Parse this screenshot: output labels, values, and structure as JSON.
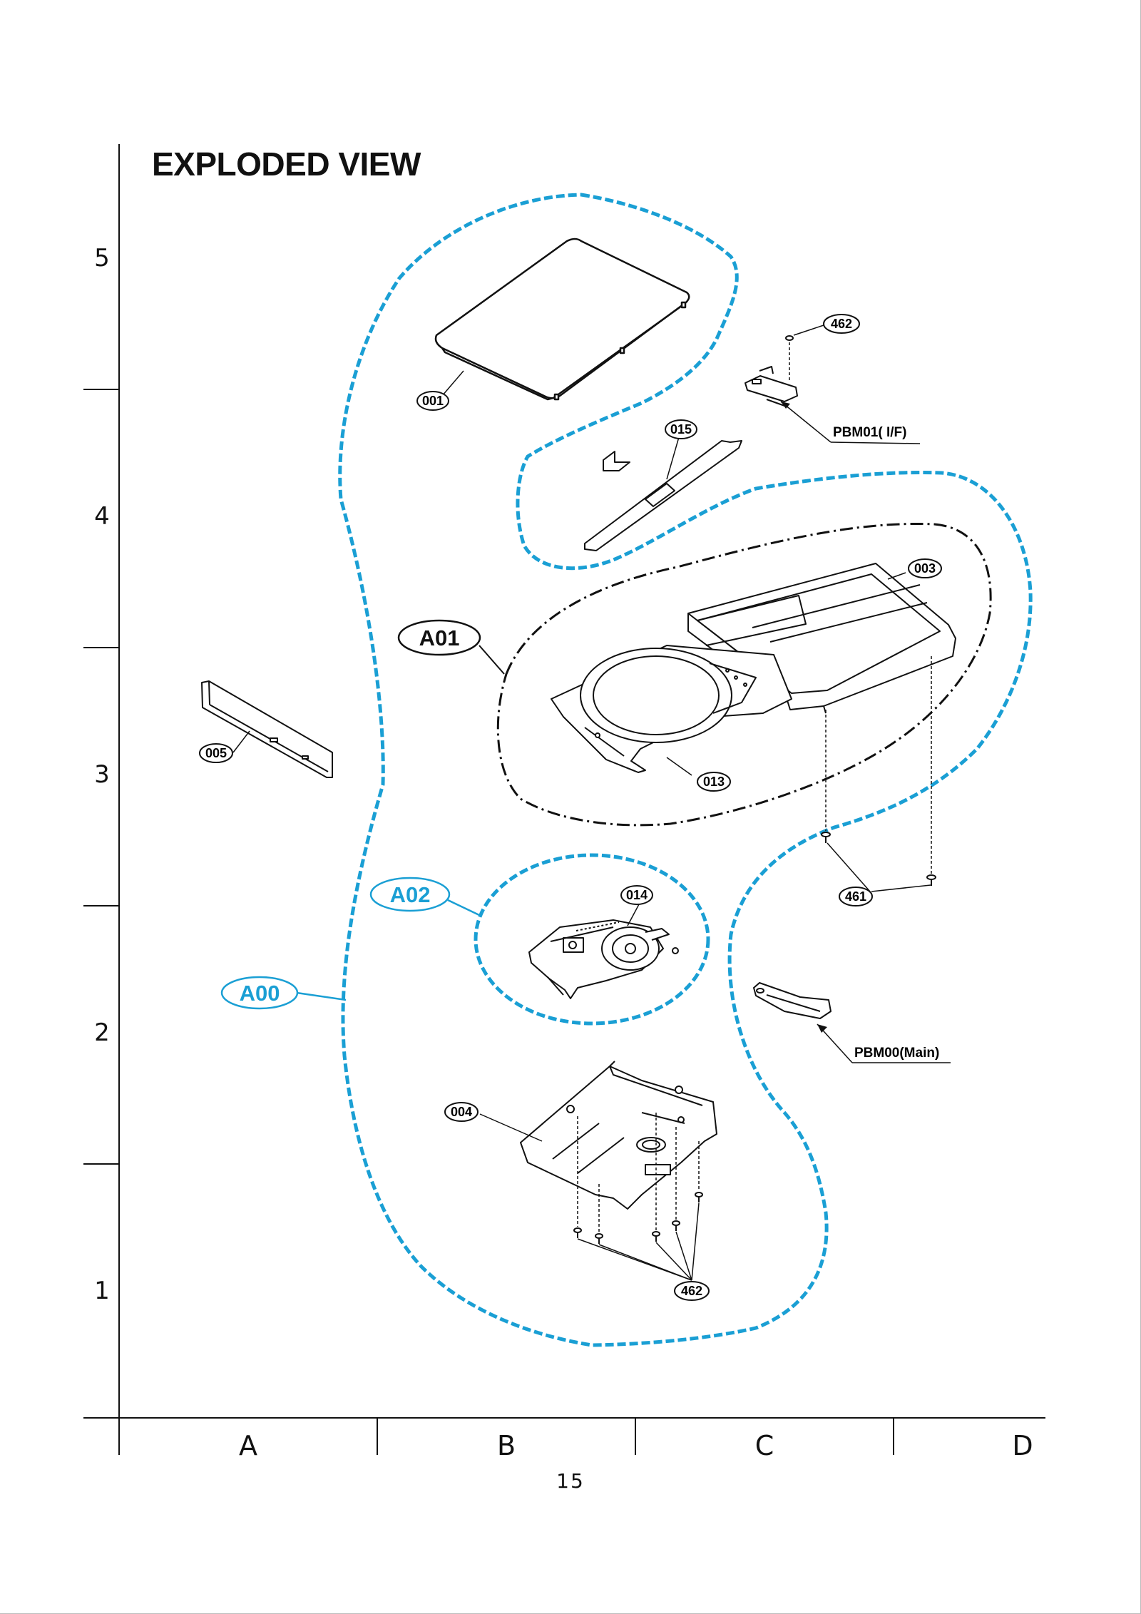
{
  "page": {
    "title": "EXPLODED VIEW",
    "page_number": "15"
  },
  "grid": {
    "rows": [
      "5",
      "4",
      "3",
      "2",
      "1"
    ],
    "columns": [
      "A",
      "B",
      "C",
      "D"
    ]
  },
  "assemblies": {
    "a00": "A00",
    "a01": "A01",
    "a02": "A02"
  },
  "parts": {
    "p001": "001",
    "p003": "003",
    "p004": "004",
    "p005": "005",
    "p013": "013",
    "p014": "014",
    "p015": "015",
    "p461": "461",
    "p462_top": "462",
    "p462_bottom": "462"
  },
  "boards": {
    "interface": "PBM01( I/F)",
    "main": "PBM00(Main)"
  },
  "colors": {
    "assembly_outline": "#1a9fd4",
    "line_art": "#111111"
  }
}
